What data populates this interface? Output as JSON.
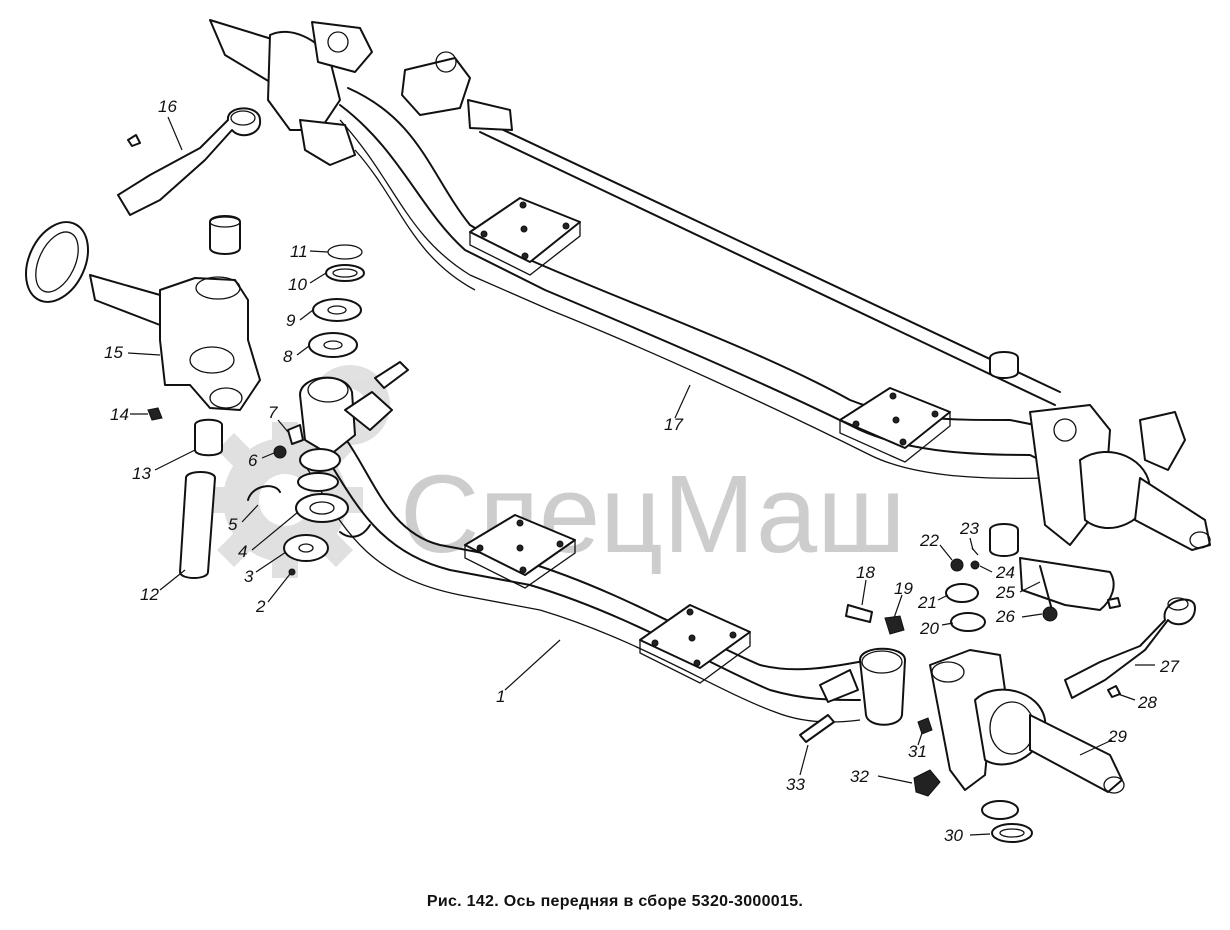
{
  "caption": "Рис. 142. Ось передняя в сборе 5320-3000015.",
  "watermark": "СпецМаш",
  "colors": {
    "line": "#111111",
    "background": "#ffffff",
    "watermark": "#bdbdbd"
  },
  "labels": {
    "n1": "1",
    "n2": "2",
    "n3": "3",
    "n4": "4",
    "n5": "5",
    "n6": "6",
    "n7": "7",
    "n8": "8",
    "n9": "9",
    "n10": "10",
    "n11": "11",
    "n12": "12",
    "n13": "13",
    "n14": "14",
    "n15": "15",
    "n16": "16",
    "n17": "17",
    "n18": "18",
    "n19": "19",
    "n20": "20",
    "n21": "21",
    "n22": "22",
    "n23": "23",
    "n24": "24",
    "n25": "25",
    "n26": "26",
    "n27": "27",
    "n28": "28",
    "n29": "29",
    "n30": "30",
    "n31": "31",
    "n32": "32",
    "n33": "33"
  }
}
